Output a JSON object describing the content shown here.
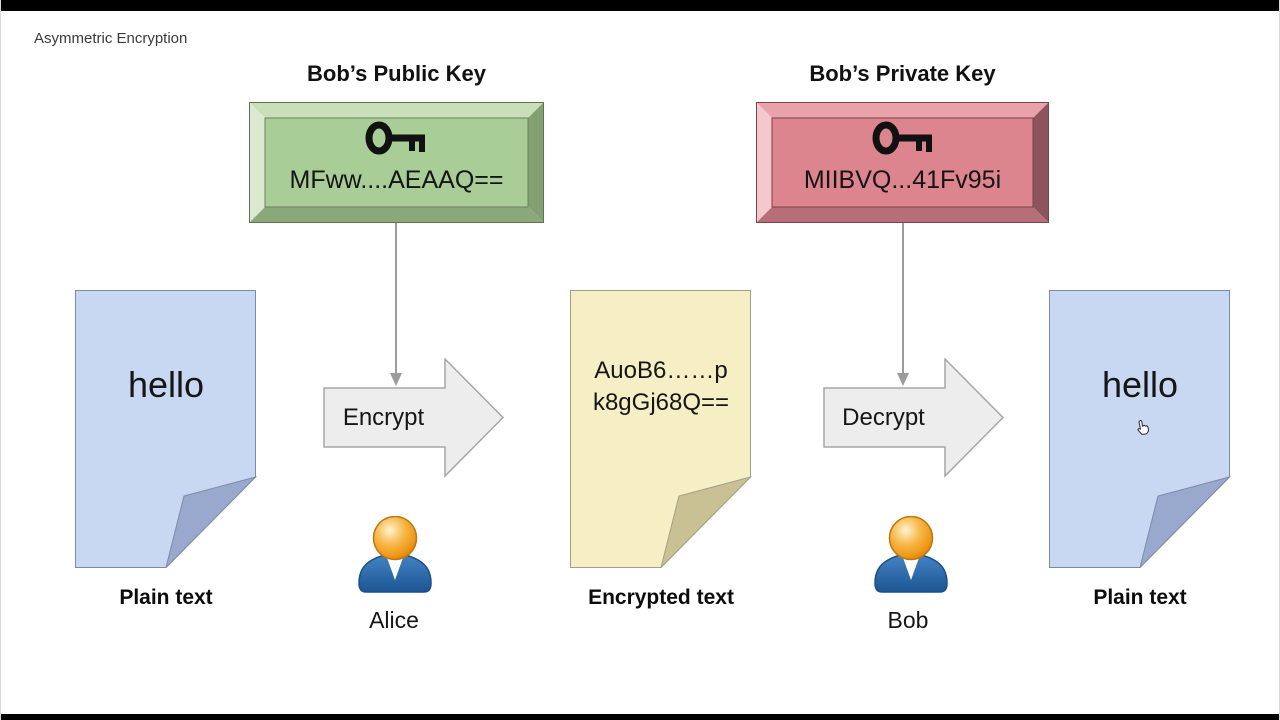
{
  "slide": {
    "title": "Asymmetric Encryption"
  },
  "public_key": {
    "title": "Bob’s Public Key",
    "value": "MFww....AEAAQ==",
    "color": "#a9cd97",
    "icon": "key-icon"
  },
  "private_key": {
    "title": "Bob’s Private Key",
    "value": "MIIBVQ...41Fv95i",
    "color": "#dd858e",
    "icon": "key-icon"
  },
  "documents": {
    "plain_left": {
      "text": "hello",
      "label": "Plain text",
      "color": "#c9d8f2"
    },
    "encrypted": {
      "lines": [
        "AuoB6……p",
        "k8gGj68Q=="
      ],
      "label": "Encrypted text",
      "color": "#f6eec5"
    },
    "plain_right": {
      "text": "hello",
      "label": "Plain text",
      "color": "#c9d8f2"
    }
  },
  "processes": {
    "encrypt": {
      "label": "Encrypt"
    },
    "decrypt": {
      "label": "Decrypt"
    }
  },
  "actors": {
    "alice": {
      "name": "Alice",
      "icon": "person-icon"
    },
    "bob": {
      "name": "Bob",
      "icon": "person-icon"
    }
  },
  "cursor": {
    "icon": "hand-cursor"
  },
  "palette": {
    "public_key_fill": "#a9cd97",
    "private_key_fill": "#dd858e",
    "plain_doc_fill": "#c9d8f2",
    "encrypted_doc_fill": "#f6eec5",
    "process_arrow_fill": "#ededed",
    "connector_gray": "#9b9b9b"
  }
}
